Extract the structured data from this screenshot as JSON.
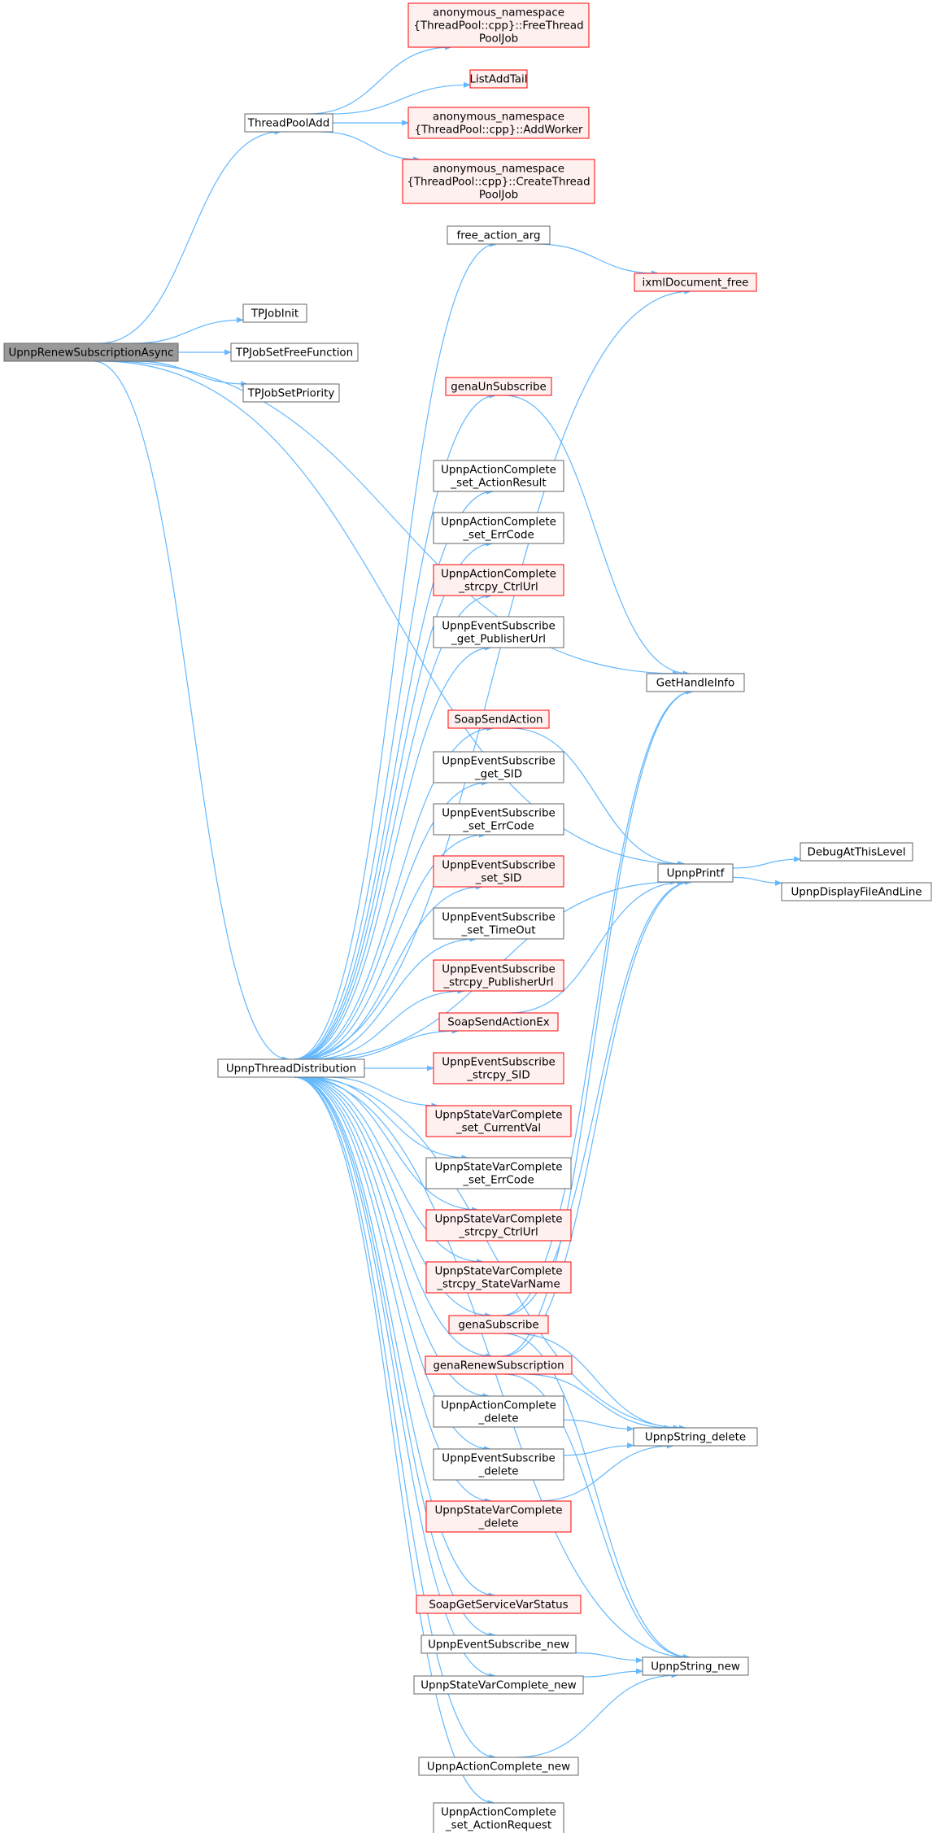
{
  "colors": {
    "edge": "#63B8FF",
    "node_fill": "#FFFFFF",
    "node_border": "#666666",
    "truncated_fill": "#FFF0F0",
    "truncated_border": "#FF0000",
    "root_fill": "#999999"
  },
  "graph": {
    "root": {
      "id": "root",
      "lines": [
        "UpnpRenewSubscriptionAsync"
      ],
      "style": "root"
    },
    "nodes": [
      {
        "id": "tpadd",
        "lines": [
          "ThreadPoolAdd"
        ],
        "style": "normal"
      },
      {
        "id": "freejob",
        "lines": [
          "anonymous_namespace",
          "{ThreadPool::cpp}::FreeThread",
          "PoolJob"
        ],
        "style": "truncated"
      },
      {
        "id": "listadd",
        "lines": [
          "ListAddTail"
        ],
        "style": "truncated"
      },
      {
        "id": "addworker",
        "lines": [
          "anonymous_namespace",
          "{ThreadPool::cpp}::AddWorker"
        ],
        "style": "truncated"
      },
      {
        "id": "createjob",
        "lines": [
          "anonymous_namespace",
          "{ThreadPool::cpp}::CreateThread",
          "PoolJob"
        ],
        "style": "truncated"
      },
      {
        "id": "freeaction",
        "lines": [
          "free_action_arg"
        ],
        "style": "normal"
      },
      {
        "id": "ixmlfree",
        "lines": [
          "ixmlDocument_free"
        ],
        "style": "truncated"
      },
      {
        "id": "tpjobinit",
        "lines": [
          "TPJobInit"
        ],
        "style": "normal"
      },
      {
        "id": "tpjobfree",
        "lines": [
          "TPJobSetFreeFunction"
        ],
        "style": "normal"
      },
      {
        "id": "tpjobprio",
        "lines": [
          "TPJobSetPriority"
        ],
        "style": "normal"
      },
      {
        "id": "genaunsub",
        "lines": [
          "genaUnSubscribe"
        ],
        "style": "truncated"
      },
      {
        "id": "ac_setres",
        "lines": [
          "UpnpActionComplete",
          "_set_ActionResult"
        ],
        "style": "normal"
      },
      {
        "id": "ac_seterr",
        "lines": [
          "UpnpActionComplete",
          "_set_ErrCode"
        ],
        "style": "normal"
      },
      {
        "id": "ac_ctrlurl",
        "lines": [
          "UpnpActionComplete",
          "_strcpy_CtrlUrl"
        ],
        "style": "truncated"
      },
      {
        "id": "es_getpub",
        "lines": [
          "UpnpEventSubscribe",
          "_get_PublisherUrl"
        ],
        "style": "normal"
      },
      {
        "id": "gethandle",
        "lines": [
          "GetHandleInfo"
        ],
        "style": "normal"
      },
      {
        "id": "soapsend",
        "lines": [
          "SoapSendAction"
        ],
        "style": "truncated"
      },
      {
        "id": "es_getsid",
        "lines": [
          "UpnpEventSubscribe",
          "_get_SID"
        ],
        "style": "normal"
      },
      {
        "id": "es_seterr",
        "lines": [
          "UpnpEventSubscribe",
          "_set_ErrCode"
        ],
        "style": "normal"
      },
      {
        "id": "upnpprintf",
        "lines": [
          "UpnpPrintf"
        ],
        "style": "normal"
      },
      {
        "id": "debuglevel",
        "lines": [
          "DebugAtThisLevel"
        ],
        "style": "normal"
      },
      {
        "id": "displayfile",
        "lines": [
          "UpnpDisplayFileAndLine"
        ],
        "style": "normal"
      },
      {
        "id": "es_setsid",
        "lines": [
          "UpnpEventSubscribe",
          "_set_SID"
        ],
        "style": "truncated"
      },
      {
        "id": "es_settimeout",
        "lines": [
          "UpnpEventSubscribe",
          "_set_TimeOut"
        ],
        "style": "normal"
      },
      {
        "id": "es_strpub",
        "lines": [
          "UpnpEventSubscribe",
          "_strcpy_PublisherUrl"
        ],
        "style": "truncated"
      },
      {
        "id": "soapsendex",
        "lines": [
          "SoapSendActionEx"
        ],
        "style": "truncated"
      },
      {
        "id": "threaddist",
        "lines": [
          "UpnpThreadDistribution"
        ],
        "style": "normal"
      },
      {
        "id": "es_strsid",
        "lines": [
          "UpnpEventSubscribe",
          "_strcpy_SID"
        ],
        "style": "truncated"
      },
      {
        "id": "svc_setcur",
        "lines": [
          "UpnpStateVarComplete",
          "_set_CurrentVal"
        ],
        "style": "truncated"
      },
      {
        "id": "svc_seterr",
        "lines": [
          "UpnpStateVarComplete",
          "_set_ErrCode"
        ],
        "style": "normal"
      },
      {
        "id": "svc_ctrlurl",
        "lines": [
          "UpnpStateVarComplete",
          "_strcpy_CtrlUrl"
        ],
        "style": "truncated"
      },
      {
        "id": "svc_varname",
        "lines": [
          "UpnpStateVarComplete",
          "_strcpy_StateVarName"
        ],
        "style": "truncated"
      },
      {
        "id": "genasub",
        "lines": [
          "genaSubscribe"
        ],
        "style": "truncated"
      },
      {
        "id": "genarenew",
        "lines": [
          "genaRenewSubscription"
        ],
        "style": "truncated"
      },
      {
        "id": "ac_delete",
        "lines": [
          "UpnpActionComplete",
          "_delete"
        ],
        "style": "normal"
      },
      {
        "id": "strdelete",
        "lines": [
          "UpnpString_delete"
        ],
        "style": "normal"
      },
      {
        "id": "es_delete",
        "lines": [
          "UpnpEventSubscribe",
          "_delete"
        ],
        "style": "normal"
      },
      {
        "id": "svc_delete",
        "lines": [
          "UpnpStateVarComplete",
          "_delete"
        ],
        "style": "truncated"
      },
      {
        "id": "soapgetvar",
        "lines": [
          "SoapGetServiceVarStatus"
        ],
        "style": "truncated"
      },
      {
        "id": "es_new",
        "lines": [
          "UpnpEventSubscribe_new"
        ],
        "style": "normal"
      },
      {
        "id": "strnew",
        "lines": [
          "UpnpString_new"
        ],
        "style": "normal"
      },
      {
        "id": "svc_new",
        "lines": [
          "UpnpStateVarComplete_new"
        ],
        "style": "normal"
      },
      {
        "id": "ac_new",
        "lines": [
          "UpnpActionComplete_new"
        ],
        "style": "normal"
      },
      {
        "id": "ac_setreq",
        "lines": [
          "UpnpActionComplete",
          "_set_ActionRequest"
        ],
        "style": "normal"
      }
    ],
    "edges": [
      [
        "root",
        "tpadd"
      ],
      [
        "root",
        "tpjobinit"
      ],
      [
        "root",
        "tpjobfree"
      ],
      [
        "root",
        "tpjobprio"
      ],
      [
        "root",
        "gethandle"
      ],
      [
        "root",
        "upnpprintf"
      ],
      [
        "root",
        "threaddist"
      ],
      [
        "tpadd",
        "freejob"
      ],
      [
        "tpadd",
        "listadd"
      ],
      [
        "tpadd",
        "addworker"
      ],
      [
        "tpadd",
        "createjob"
      ],
      [
        "freeaction",
        "ixmlfree"
      ],
      [
        "genaunsub",
        "gethandle"
      ],
      [
        "soapsend",
        "upnpprintf"
      ],
      [
        "soapsendex",
        "upnpprintf"
      ],
      [
        "upnpprintf",
        "debuglevel"
      ],
      [
        "upnpprintf",
        "displayfile"
      ],
      [
        "threaddist",
        "freeaction"
      ],
      [
        "threaddist",
        "ixmlfree"
      ],
      [
        "threaddist",
        "genaunsub"
      ],
      [
        "threaddist",
        "ac_setres"
      ],
      [
        "threaddist",
        "ac_seterr"
      ],
      [
        "threaddist",
        "ac_ctrlurl"
      ],
      [
        "threaddist",
        "es_getpub"
      ],
      [
        "threaddist",
        "upnpprintf"
      ],
      [
        "threaddist",
        "soapsend"
      ],
      [
        "threaddist",
        "es_getsid"
      ],
      [
        "threaddist",
        "es_seterr"
      ],
      [
        "threaddist",
        "es_setsid"
      ],
      [
        "threaddist",
        "es_settimeout"
      ],
      [
        "threaddist",
        "es_strpub"
      ],
      [
        "threaddist",
        "soapsendex"
      ],
      [
        "threaddist",
        "es_strsid"
      ],
      [
        "threaddist",
        "svc_setcur"
      ],
      [
        "threaddist",
        "svc_seterr"
      ],
      [
        "threaddist",
        "svc_ctrlurl"
      ],
      [
        "threaddist",
        "svc_varname"
      ],
      [
        "threaddist",
        "genasub"
      ],
      [
        "threaddist",
        "genarenew"
      ],
      [
        "threaddist",
        "ac_delete"
      ],
      [
        "threaddist",
        "es_delete"
      ],
      [
        "threaddist",
        "svc_delete"
      ],
      [
        "threaddist",
        "strdelete"
      ],
      [
        "threaddist",
        "soapgetvar"
      ],
      [
        "threaddist",
        "es_new"
      ],
      [
        "threaddist",
        "svc_new"
      ],
      [
        "threaddist",
        "strnew"
      ],
      [
        "threaddist",
        "ac_new"
      ],
      [
        "threaddist",
        "ac_setreq"
      ],
      [
        "genasub",
        "gethandle"
      ],
      [
        "genasub",
        "upnpprintf"
      ],
      [
        "genasub",
        "strdelete"
      ],
      [
        "genasub",
        "strnew"
      ],
      [
        "genarenew",
        "gethandle"
      ],
      [
        "genarenew",
        "upnpprintf"
      ],
      [
        "genarenew",
        "strdelete"
      ],
      [
        "genarenew",
        "strnew"
      ],
      [
        "ac_delete",
        "strdelete"
      ],
      [
        "es_delete",
        "strdelete"
      ],
      [
        "svc_delete",
        "strdelete"
      ],
      [
        "es_new",
        "strnew"
      ],
      [
        "svc_new",
        "strnew"
      ],
      [
        "ac_new",
        "strnew"
      ]
    ]
  }
}
